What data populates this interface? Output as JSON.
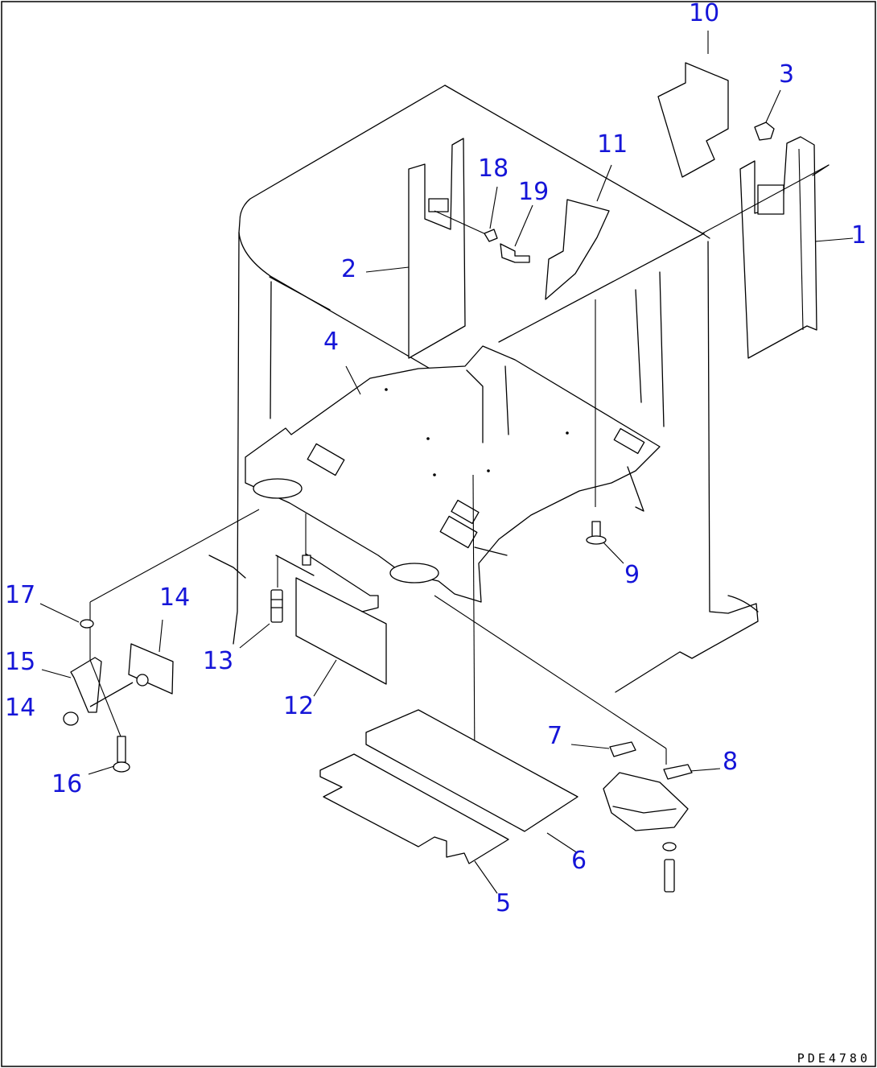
{
  "drawing_code": "PDE4780",
  "callouts": [
    {
      "id": "1",
      "text": "1"
    },
    {
      "id": "2",
      "text": "2"
    },
    {
      "id": "3",
      "text": "3"
    },
    {
      "id": "4",
      "text": "4"
    },
    {
      "id": "5",
      "text": "5"
    },
    {
      "id": "6",
      "text": "6"
    },
    {
      "id": "7",
      "text": "7"
    },
    {
      "id": "8",
      "text": "8"
    },
    {
      "id": "9",
      "text": "9"
    },
    {
      "id": "10",
      "text": "10"
    },
    {
      "id": "11",
      "text": "11"
    },
    {
      "id": "12",
      "text": "12"
    },
    {
      "id": "13",
      "text": "13"
    },
    {
      "id": "14a",
      "text": "14"
    },
    {
      "id": "14b",
      "text": "14"
    },
    {
      "id": "15",
      "text": "15"
    },
    {
      "id": "16",
      "text": "16"
    },
    {
      "id": "17",
      "text": "17"
    },
    {
      "id": "18",
      "text": "18"
    },
    {
      "id": "19",
      "text": "19"
    }
  ],
  "colors": {
    "callout": "#1515d8",
    "line": "#000000",
    "background": "#ffffff"
  }
}
